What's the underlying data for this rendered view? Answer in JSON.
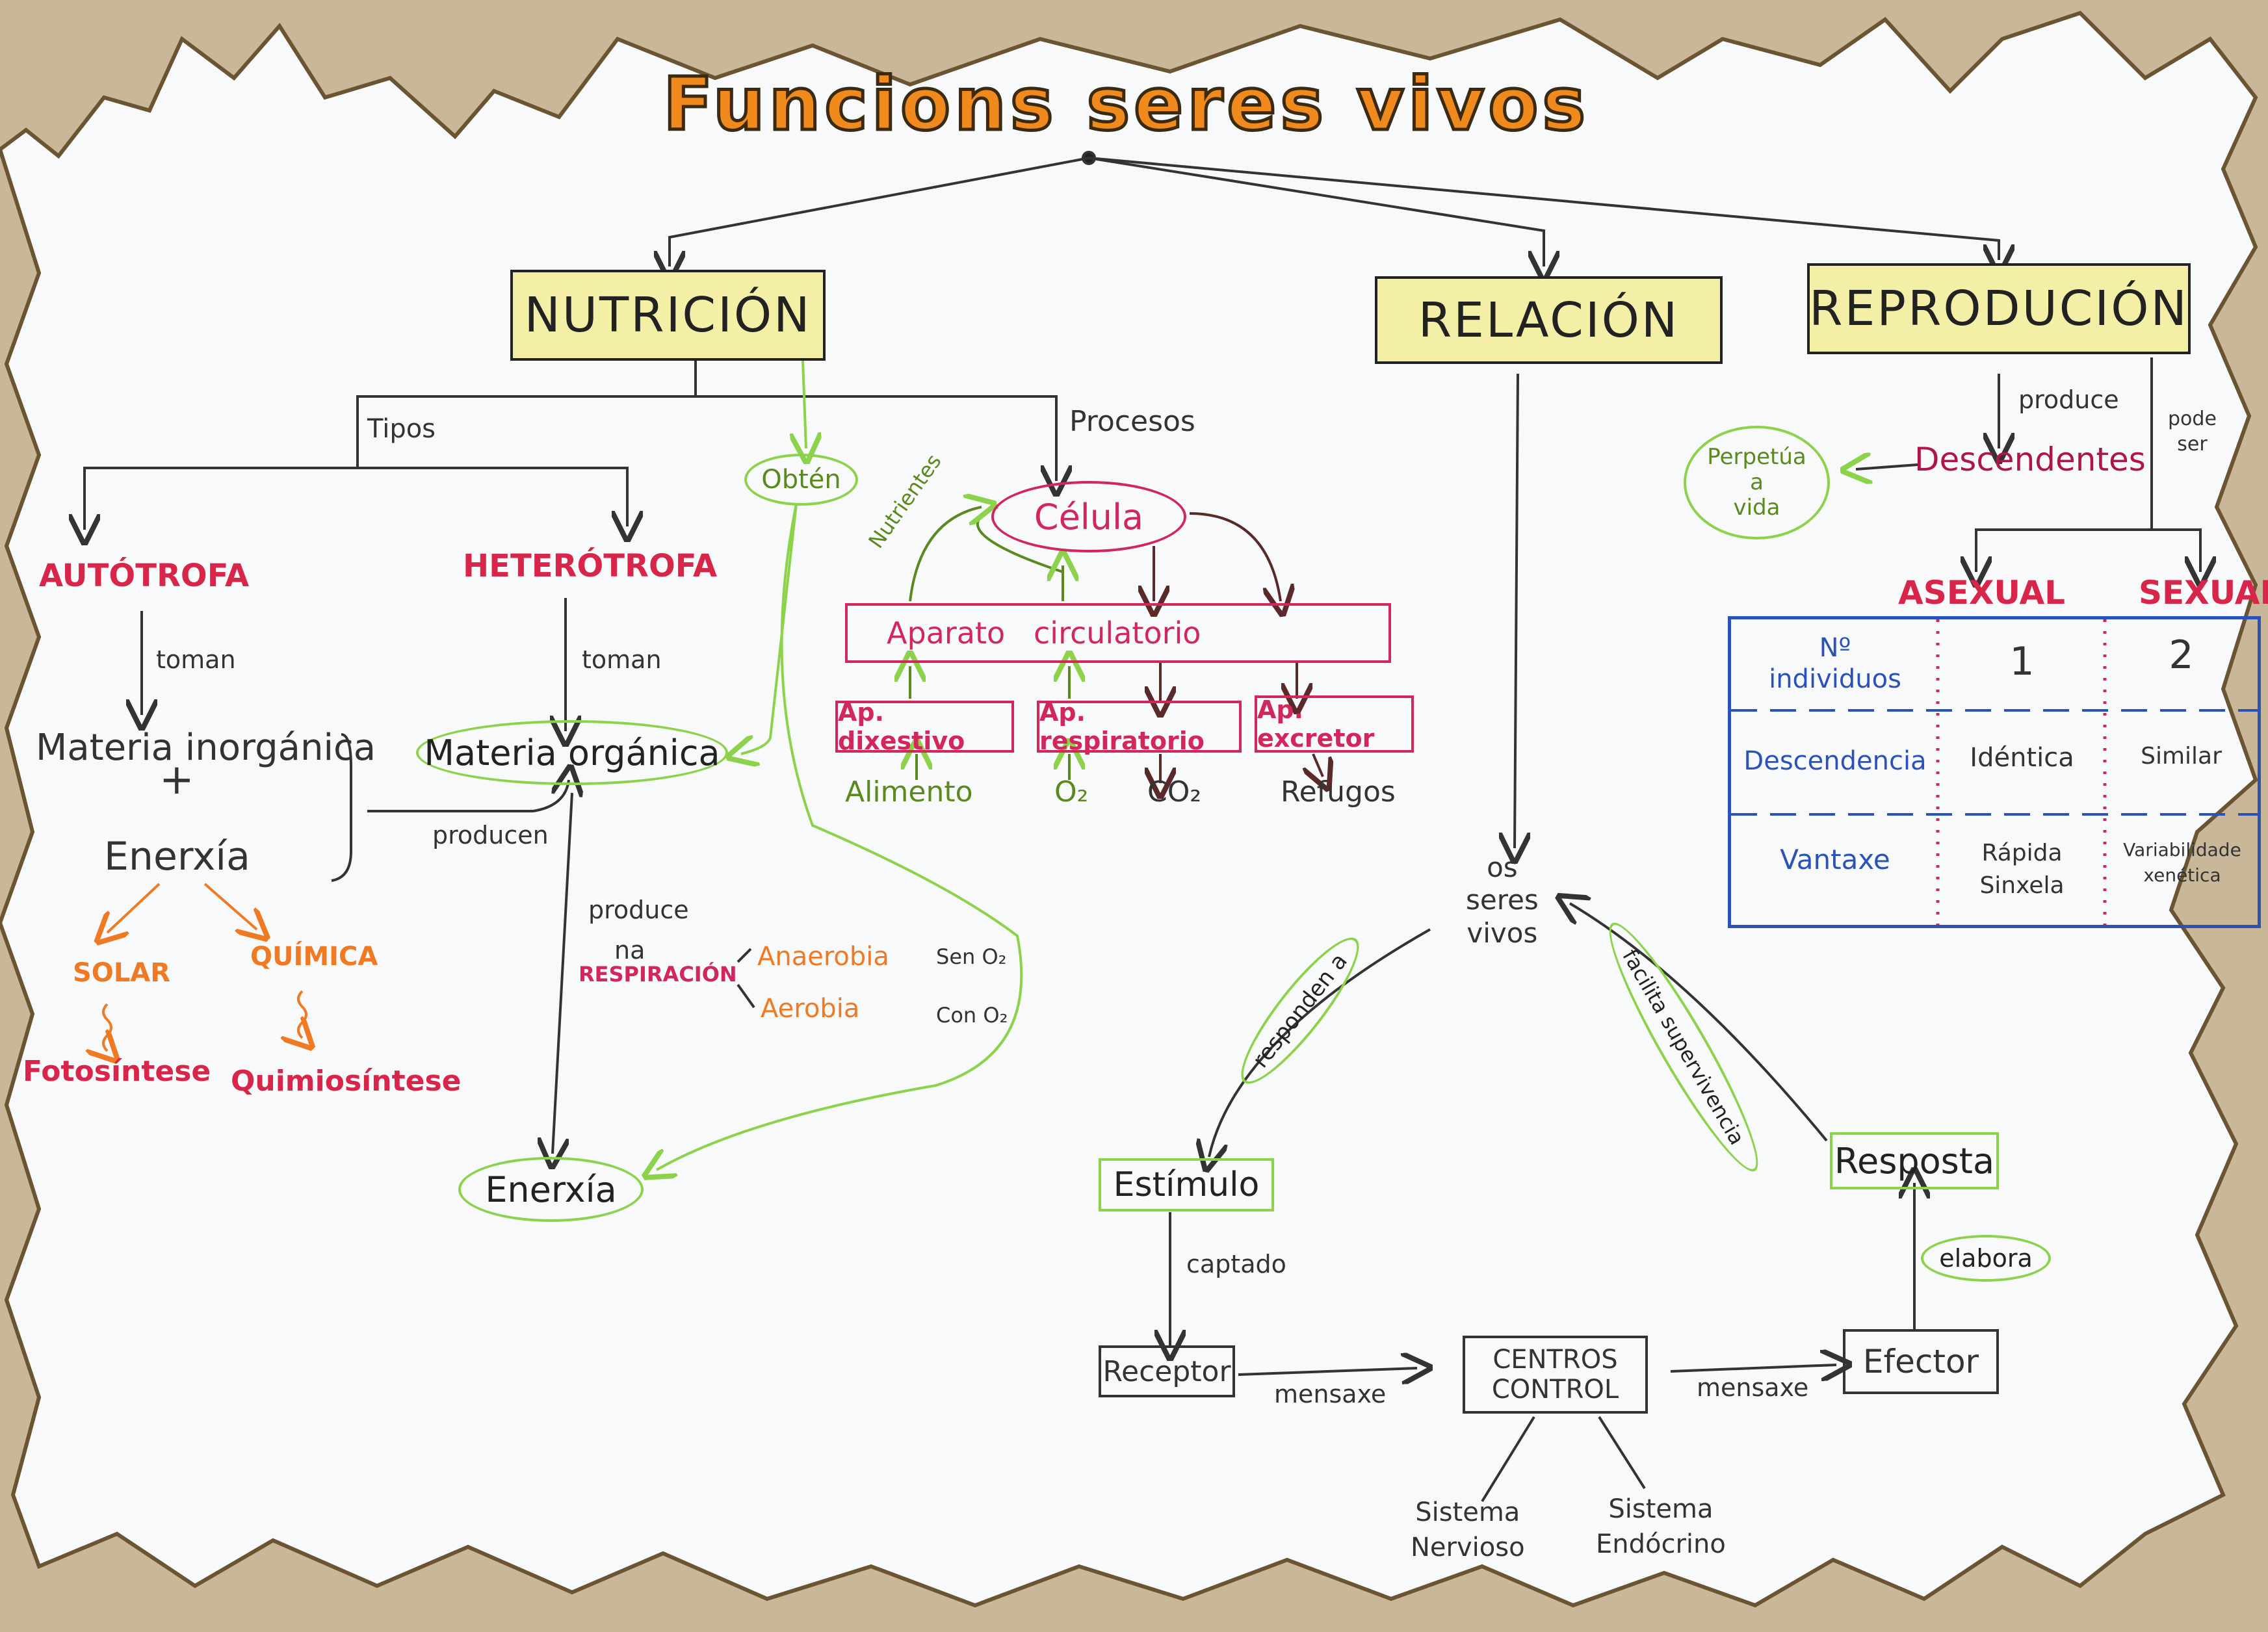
{
  "title": "Funcions seres vivos",
  "nutricion": {
    "label": "NUTRICIÓN",
    "tipos_label": "Tipos",
    "procesos_label": "Procesos",
    "autotrofa": {
      "label": "AUTÓTROFA",
      "toman": "toman",
      "materia": "Materia inorgánica",
      "plus": "+",
      "energia": "Enerxía",
      "producen": "producen",
      "solar": "SOLAR",
      "quimica": "QUÍMICA",
      "fotosintese": "Fotosíntese",
      "quimiosintese": "Quimiosíntese"
    },
    "heterotrofa": {
      "label": "HETERÓTROFA",
      "toman": "toman",
      "materia": "Materia orgánica",
      "produce": "produce",
      "na": "na",
      "respiracion": "RESPIRACIÓN",
      "anaerobia": "Anaerobia",
      "sen_o2": "Sen O₂",
      "aerobia": "Aerobia",
      "con_o2": "Con O₂",
      "enerxia": "Enerxía"
    },
    "obten": "Obtén",
    "procesos": {
      "celula": "Célula",
      "nutrientes": "Nutrientes",
      "aparato_circulatorio": "Aparato   circulatorio",
      "ap_dixestivo": "Ap. dixestivo",
      "ap_respiratorio": "Ap. respiratorio",
      "ap_excretor": "Ap. excretor",
      "alimento": "Alimento",
      "o2": "O₂",
      "co2": "CO₂",
      "refugos": "Refugos"
    }
  },
  "relacion": {
    "label": "RELACIÓN",
    "os_seres_vivos": [
      "os",
      "seres",
      "vivos"
    ],
    "responden_a": "responden a",
    "facilita": "facilita supervivencia",
    "estimulo": "Estímulo",
    "captado": "captado",
    "receptor": "Receptor",
    "mensaxe1": "mensaxe",
    "centros": [
      "CENTROS",
      "CONTROL"
    ],
    "mensaxe2": "mensaxe",
    "efector": "Efector",
    "elabora": "elabora",
    "resposta": "Resposta",
    "sistema_nervioso": [
      "Sistema",
      "Nervioso"
    ],
    "sistema_endocrino": [
      "Sistema",
      "Endócrino"
    ]
  },
  "reproducion": {
    "label": "REPRODUCIÓN",
    "produce": "produce",
    "pode_ser": [
      "pode",
      "ser"
    ],
    "descendentes": "Descendentes",
    "perpetua": [
      "Perpetúa",
      "a",
      "vida"
    ],
    "asexual": "ASEXUAL",
    "sexual": "SEXUAL",
    "table": {
      "rows": [
        {
          "label": [
            "Nº",
            "individuos"
          ],
          "asexual": [
            "1"
          ],
          "sexual": [
            "2"
          ]
        },
        {
          "label": [
            "Descendencia"
          ],
          "asexual": [
            "Idéntica"
          ],
          "sexual": [
            "Similar"
          ]
        },
        {
          "label": [
            "Vantaxe"
          ],
          "asexual": [
            "Rápida",
            "Sinxela"
          ],
          "sexual": [
            "Variabilidade",
            "xenética"
          ]
        }
      ]
    }
  },
  "colors": {
    "pink": "#d2275b",
    "green": "#8cd24a",
    "orange": "#f07a24",
    "blue": "#2a52b8",
    "yellow_box": "#f3efa6"
  }
}
